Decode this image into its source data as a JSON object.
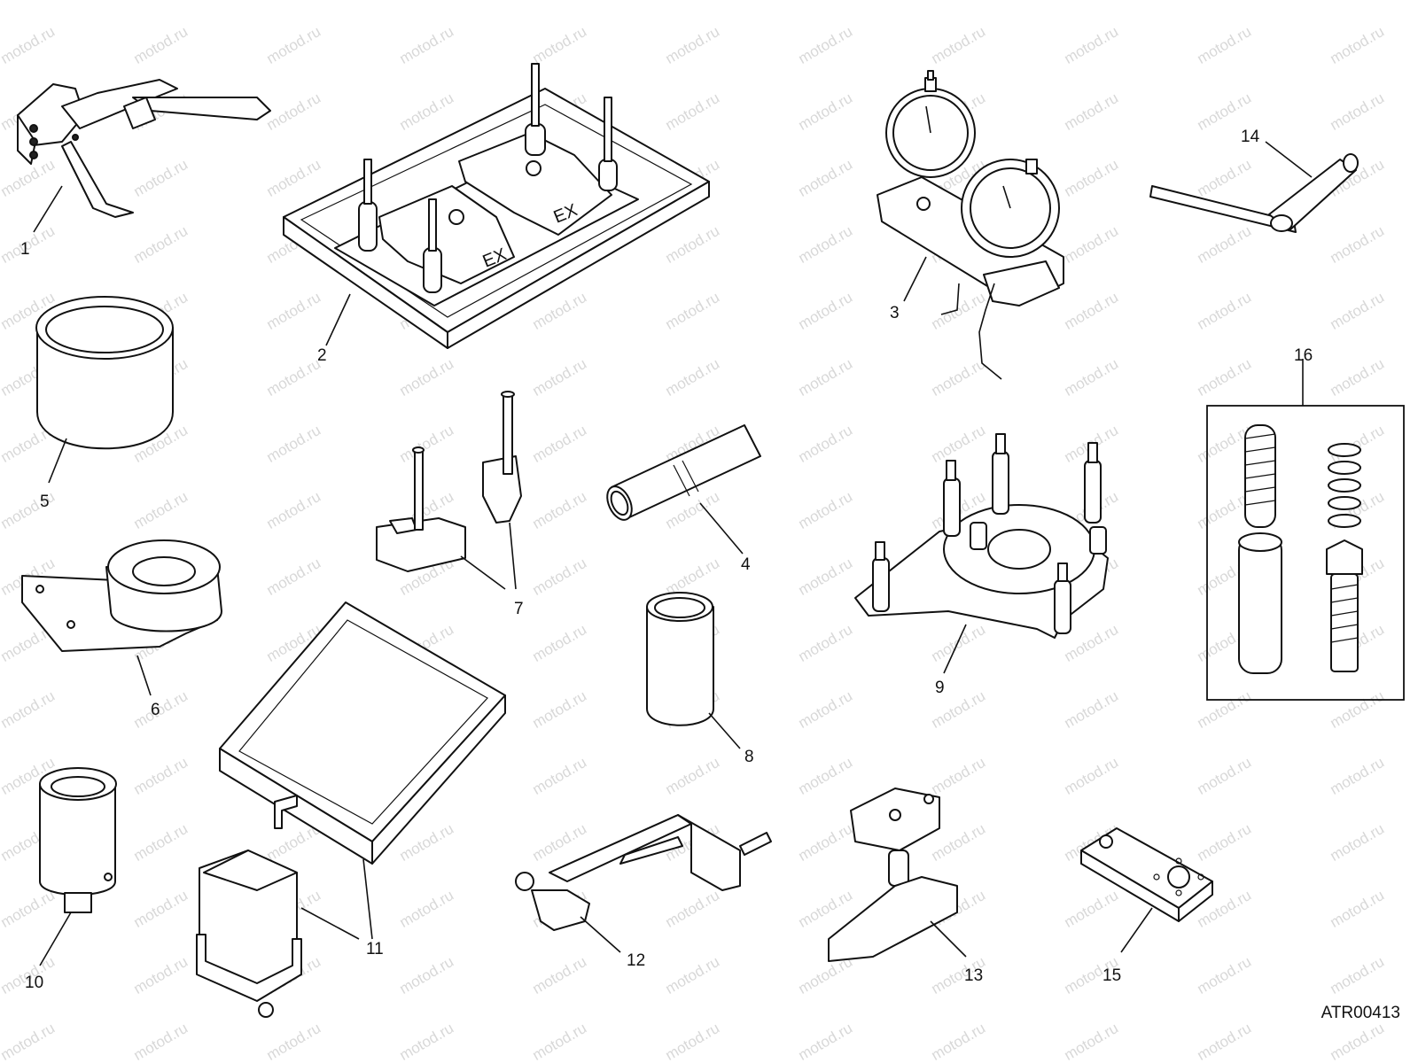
{
  "diagram": {
    "drawing_code": "ATR00413",
    "watermark": "motod.ru",
    "callouts": [
      {
        "id": 1,
        "label": "1"
      },
      {
        "id": 2,
        "label": "2"
      },
      {
        "id": 3,
        "label": "3"
      },
      {
        "id": 4,
        "label": "4"
      },
      {
        "id": 5,
        "label": "5"
      },
      {
        "id": 6,
        "label": "6"
      },
      {
        "id": 7,
        "label": "7"
      },
      {
        "id": 8,
        "label": "8"
      },
      {
        "id": 9,
        "label": "9"
      },
      {
        "id": 10,
        "label": "10"
      },
      {
        "id": 11,
        "label": "11"
      },
      {
        "id": 12,
        "label": "12"
      },
      {
        "id": 13,
        "label": "13"
      },
      {
        "id": 14,
        "label": "14"
      },
      {
        "id": 15,
        "label": "15"
      },
      {
        "id": 16,
        "label": "16"
      }
    ],
    "tool2_markings": {
      "left": "EX",
      "right": "EX"
    }
  }
}
